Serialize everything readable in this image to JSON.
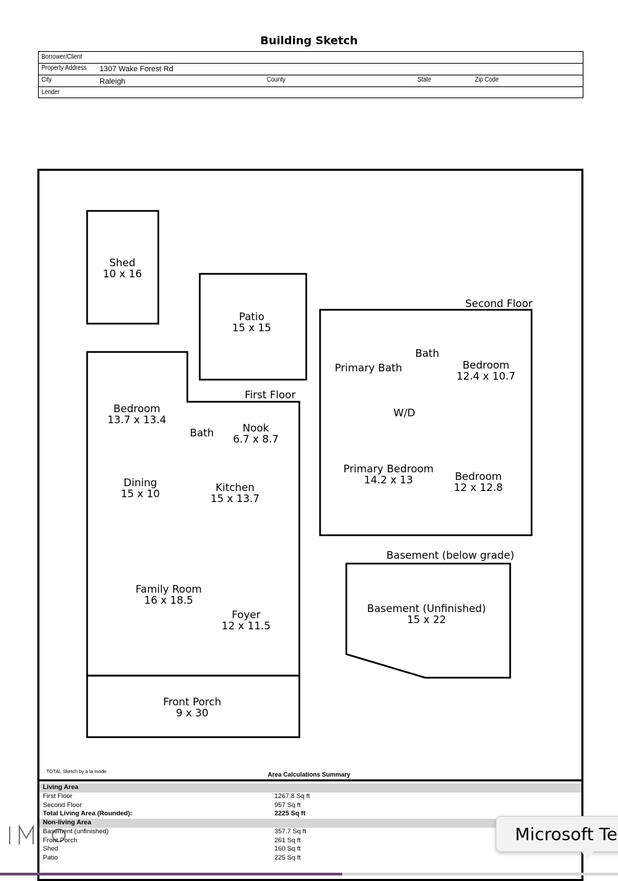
{
  "header": {
    "title": "Building Sketch",
    "labels": {
      "borrower": "Borrower/Client",
      "property_address": "Property Address",
      "city": "City",
      "county": "County",
      "state": "State",
      "zip": "Zip Code",
      "lender": "Lender"
    },
    "values": {
      "property_address": "1307 Wake Forest Rd",
      "city": "Raleigh"
    }
  },
  "sketch": {
    "floor_labels": {
      "first_floor": "First Floor",
      "second_floor": "Second Floor",
      "basement": "Basement (below grade)"
    },
    "rooms": {
      "shed": {
        "name": "Shed",
        "dims": "10 x 16"
      },
      "patio": {
        "name": "Patio",
        "dims": "15 x 15"
      },
      "bedroom1": {
        "name": "Bedroom",
        "dims": "13.7 x 13.4"
      },
      "bath1": {
        "name": "Bath"
      },
      "nook": {
        "name": "Nook",
        "dims": "6.7 x 8.7"
      },
      "dining": {
        "name": "Dining",
        "dims": "15 x 10"
      },
      "kitchen": {
        "name": "Kitchen",
        "dims": "15 x 13.7"
      },
      "family_room": {
        "name": "Family Room",
        "dims": "16 x 18.5"
      },
      "foyer": {
        "name": "Foyer",
        "dims": "12 x 11.5"
      },
      "front_porch": {
        "name": "Front Porch",
        "dims": "9 x 30"
      },
      "primary_bath": {
        "name": "Primary Bath"
      },
      "bath2": {
        "name": "Bath"
      },
      "bedroom2": {
        "name": "Bedroom",
        "dims": "12.4 x 10.7"
      },
      "wd": {
        "name": "W/D"
      },
      "primary_bedroom": {
        "name": "Primary Bedroom",
        "dims": "14.2 x 13"
      },
      "bedroom3": {
        "name": "Bedroom",
        "dims": "12 x 12.8"
      },
      "basement": {
        "name": "Basement (Unfinished)",
        "dims": "15 x 22"
      }
    }
  },
  "footer": {
    "credit": "TOTAL Sketch by a la mode",
    "summary_title": "Area Calculations Summary",
    "living_header": "Living Area",
    "living": [
      {
        "name": "First Floor",
        "area": "1267.8 Sq ft"
      },
      {
        "name": "Second Floor",
        "area": "957 Sq ft"
      }
    ],
    "total": {
      "name": "Total Living Area (Rounded):",
      "area": "2225 Sq ft"
    },
    "nonliving_header": "Non-living Area",
    "nonliving": [
      {
        "name": "Basement (unfinished)",
        "area": "357.7 Sq ft"
      },
      {
        "name": "Front Porch",
        "area": "261 Sq ft"
      },
      {
        "name": "Shed",
        "area": "160 Sq ft"
      },
      {
        "name": "Patio",
        "area": "225 Sq ft"
      }
    ]
  },
  "overlay": {
    "tooltip_text": "Microsoft Te"
  }
}
